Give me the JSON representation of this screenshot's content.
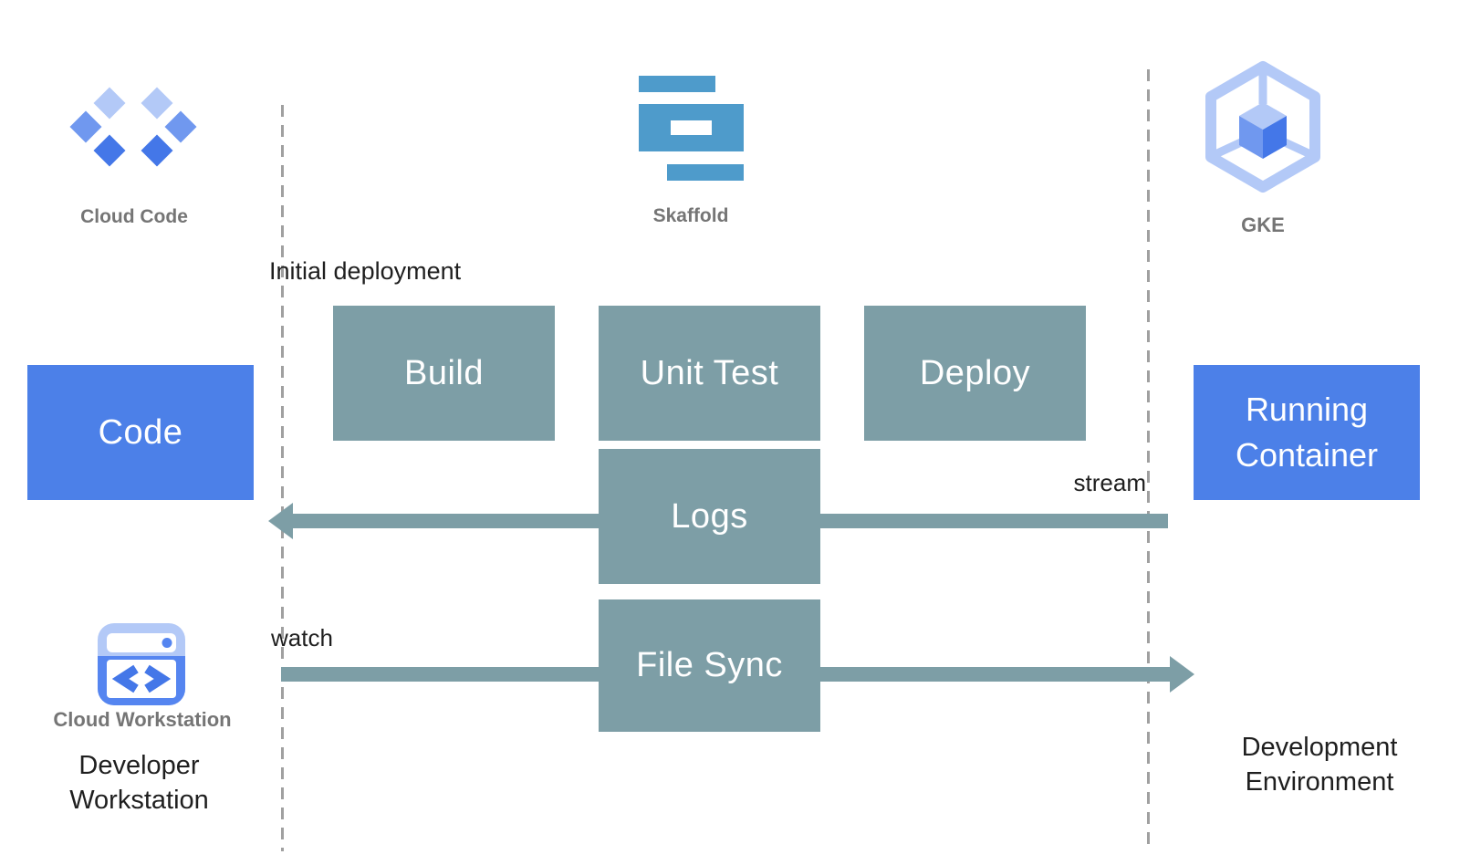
{
  "colors": {
    "teal": "#7D9EA6",
    "blue": "#4C80E8",
    "skaffold-blue": "#4E9BCB",
    "icon-light": "#B3C9F7",
    "icon-mid": "#7098EF",
    "icon-strong": "#4477E8",
    "ws-blue": "#5585F0",
    "caption-gray": "#757575",
    "text-black": "#1F1F1F",
    "dash-gray": "#A0A0A0"
  },
  "icons": {
    "cloud_code": {
      "label": "Cloud Code"
    },
    "skaffold": {
      "label": "Skaffold"
    },
    "gke": {
      "label": "GKE"
    },
    "cloud_workstation": {
      "label": "Cloud Workstation"
    }
  },
  "boxes": {
    "code": "Code",
    "build": "Build",
    "unit_test": "Unit Test",
    "deploy": "Deploy",
    "logs": "Logs",
    "file_sync": "File Sync",
    "running_container": "Running Container"
  },
  "annotations": {
    "initial_deployment": "Initial deployment",
    "stream": "stream",
    "watch": "watch"
  },
  "captions": {
    "developer_workstation": "Developer Workstation",
    "development_environment": "Development Environment"
  }
}
